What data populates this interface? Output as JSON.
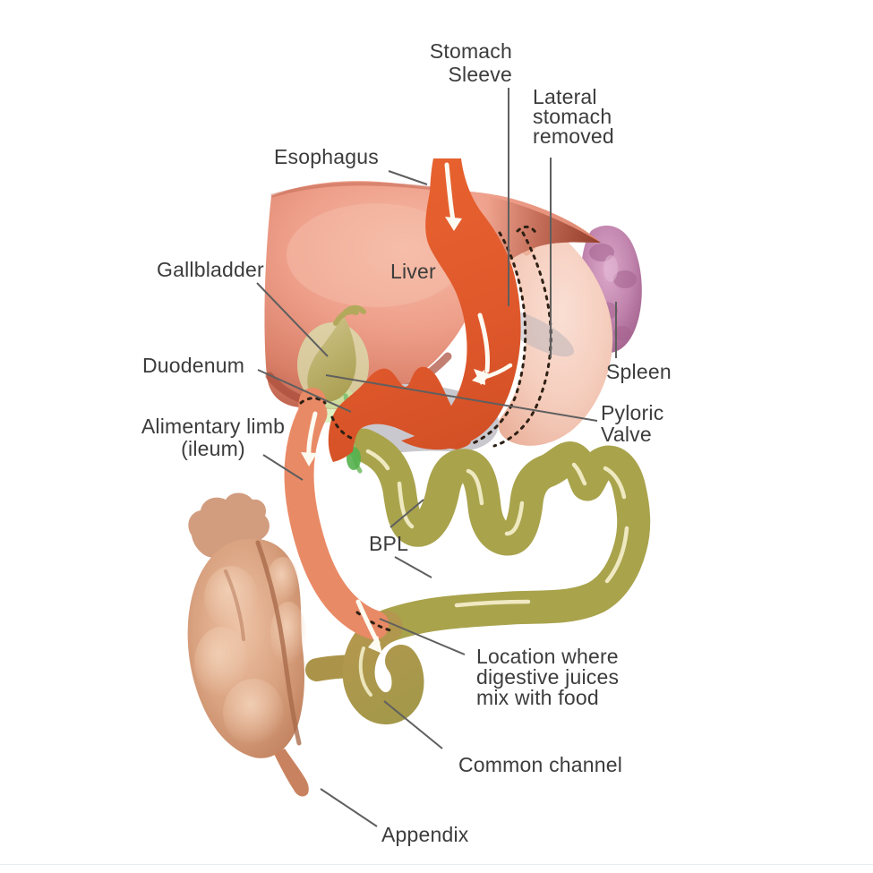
{
  "labels": {
    "stomach_sleeve": "Stomach\nSleeve",
    "lateral_stomach_removed": "Lateral\nstomach\nremoved",
    "esophagus": "Esophagus",
    "gallbladder": "Gallbladder",
    "liver": "Liver",
    "spleen": "Spleen",
    "duodenum": "Duodenum",
    "pyloric_valve": "Pyloric\nValve",
    "alimentary_limb": "Alimentary limb\n(ileum)",
    "bpl": "BPL",
    "digestive_juices": "Location where\ndigestive juices\nmix with food",
    "common_channel": "Common channel",
    "appendix": "Appendix"
  },
  "colors": {
    "text": "#3c3c3c",
    "leader_line": "#5f5f5f",
    "cut_line": "#2e2014",
    "arrow": "#fdfbf1",
    "tract_orange": "#e05a2d",
    "liver_pink": "#ec9d89",
    "liver_edge": "#aa4e3b",
    "removed_stomach": "#f5cdbd",
    "spleen": "#c286af",
    "pancreas": "#c9c8ce",
    "intestine": "#a9a34c",
    "intestine_gloss": "#f3edc8",
    "alimentary_salmon": "#e98a66",
    "common_channel": "#ab9449",
    "cecum": "#d09a7b",
    "cecum_crease": "#a96b4b",
    "appendix": "#c9825f",
    "gallbladder": "#b3a95c",
    "gallbladder_halo": "#d8e6b2",
    "bile_duct": "#83c476",
    "bile_duct_bright": "#55b14e"
  }
}
